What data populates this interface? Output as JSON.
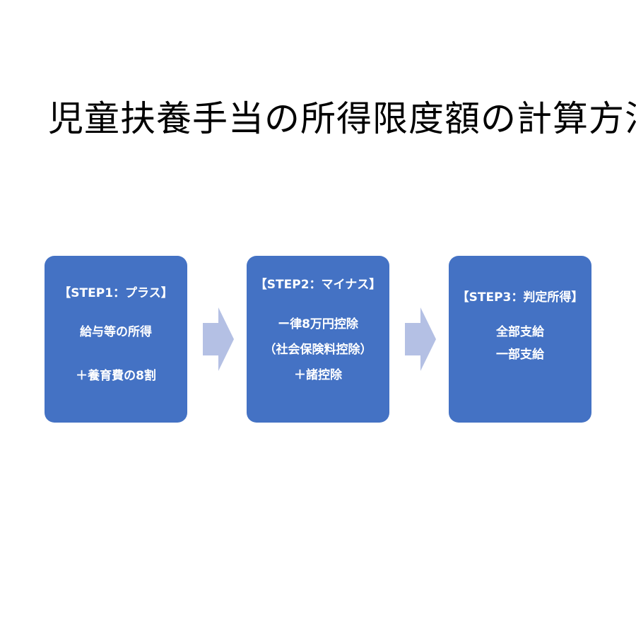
{
  "title": "児童扶養手当の所得限度額の計算方法",
  "colors": {
    "box": "#4472c4",
    "arrow": "#b4c0e4",
    "text": "#ffffff"
  },
  "steps": [
    {
      "heading": "【STEP1：プラス】",
      "lines": [
        "給与等の所得",
        "＋養育費の8割"
      ]
    },
    {
      "heading": "【STEP2：マイナス】",
      "lines": [
        "ー律8万円控除",
        "（社会保険料控除）",
        "＋諸控除"
      ]
    },
    {
      "heading": "【STEP3：判定所得】",
      "lines": [
        "全部支給",
        "一部支給"
      ]
    }
  ],
  "arrow_icon": "right-arrow-icon"
}
